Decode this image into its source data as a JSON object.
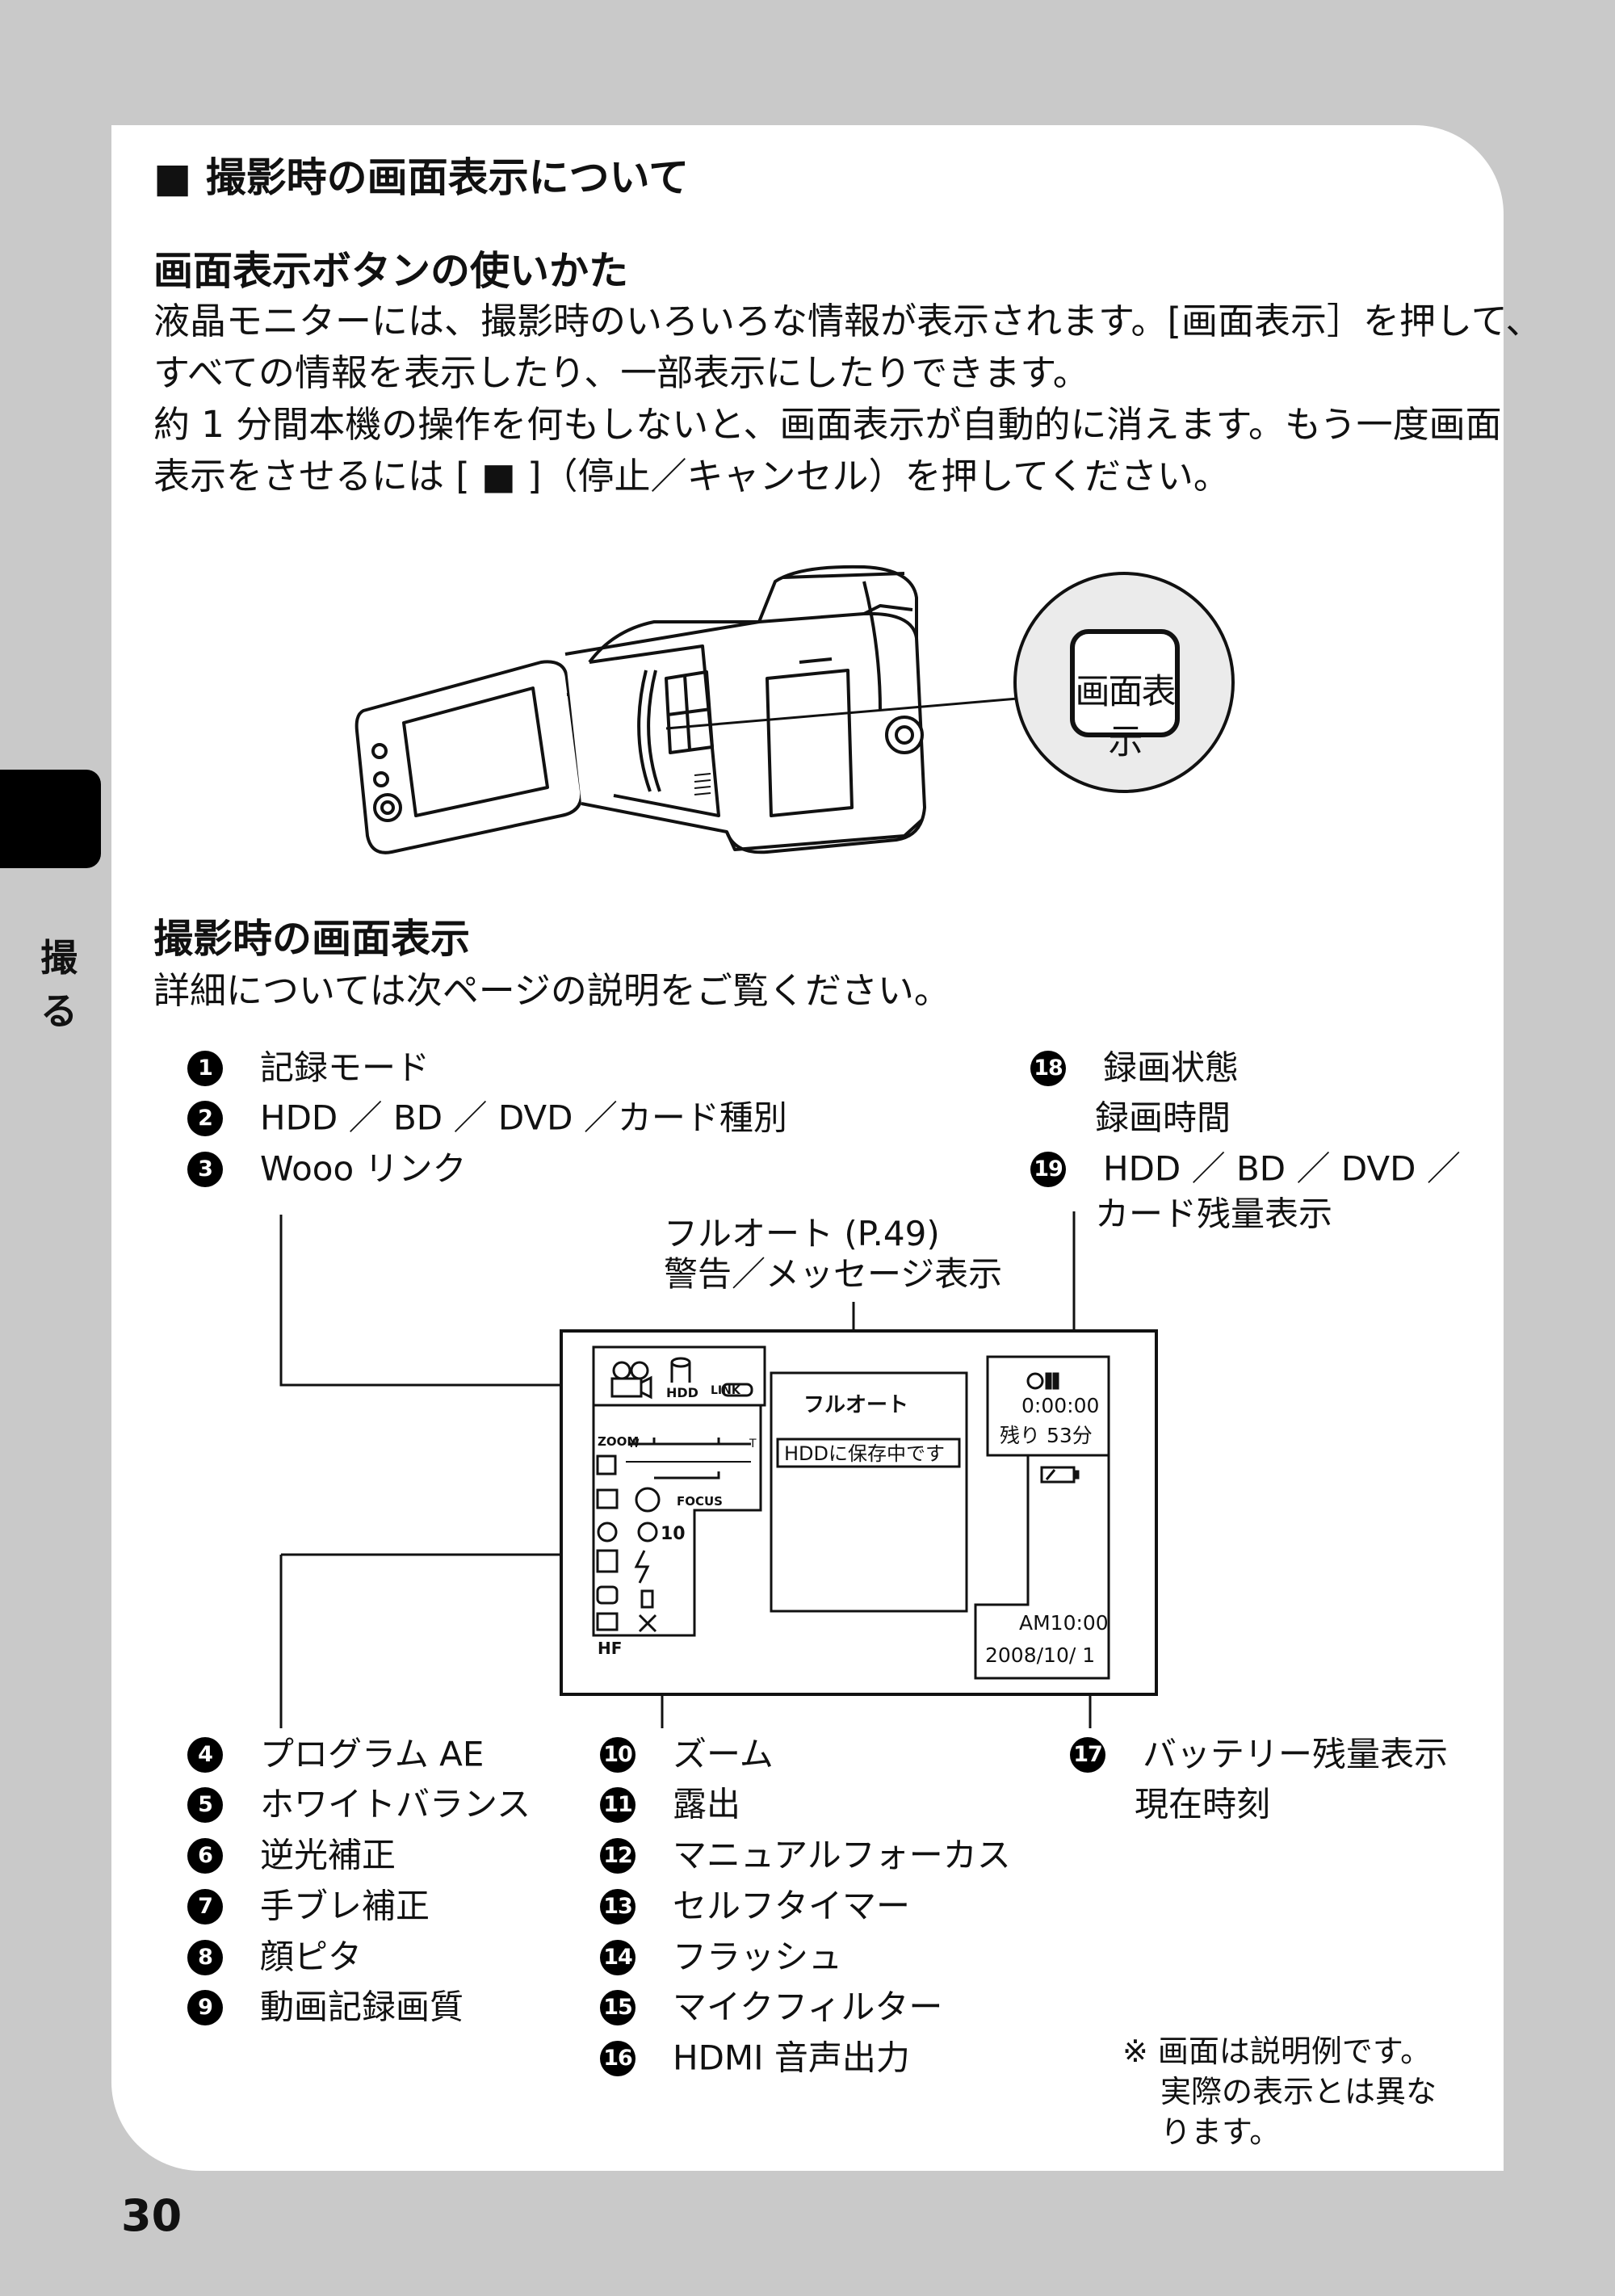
{
  "section_title": "■ 撮影時の画面表示について",
  "subsection1": {
    "title": "画面表示ボタンの使いかた",
    "lines": [
      "液晶モニターには、撮影時のいろいろな情報が表示されます。[画面表示］を押して、",
      "すべての情報を表示したり、一部表示にしたりできます。",
      "約 1 分間本機の操作を何もしないと、画面表示が自動的に消えます。もう一度画面",
      "表示をさせるには [ ■ ]（停止／キャンセル）を押してください。"
    ],
    "button_label": "画面表示"
  },
  "subsection2": {
    "title": "撮影時の画面表示",
    "intro": "詳細については次ページの説明をご覧ください。"
  },
  "side_tab": {
    "chars": [
      "撮",
      "る"
    ]
  },
  "items_top_left": [
    {
      "num": "1",
      "label": "記録モード"
    },
    {
      "num": "2",
      "label": "HDD ／ BD ／ DVD ／カード種別"
    },
    {
      "num": "3",
      "label": "Wooo リンク"
    }
  ],
  "items_top_right": [
    {
      "num": "18",
      "label": "録画状態"
    },
    {
      "num": "",
      "label": "録画時間"
    },
    {
      "num": "19",
      "label": "HDD ／ BD ／ DVD ／"
    },
    {
      "num": "",
      "label": "カード残量表示"
    }
  ],
  "center_callout": [
    "フルオート (P.49)",
    "警告／メッセージ表示"
  ],
  "screen": {
    "mode": "フルオート",
    "message": "HDDに保存中です",
    "rec_time": "0:00:00",
    "remaining": "残り 53分",
    "time": "AM10:00",
    "date": "2008/10/ 1",
    "hdd": "HDD",
    "link": "LINK",
    "zoom": "ZOOM",
    "w": "W",
    "t": "T",
    "focus": "FOCUS",
    "timer": "10",
    "hf": "HF"
  },
  "items_bottom_left": [
    {
      "num": "4",
      "label": "プログラム AE"
    },
    {
      "num": "5",
      "label": "ホワイトバランス"
    },
    {
      "num": "6",
      "label": "逆光補正"
    },
    {
      "num": "7",
      "label": "手ブレ補正"
    },
    {
      "num": "8",
      "label": "顔ピタ"
    },
    {
      "num": "9",
      "label": "動画記録画質"
    }
  ],
  "items_bottom_mid": [
    {
      "num": "10",
      "label": "ズーム"
    },
    {
      "num": "11",
      "label": "露出"
    },
    {
      "num": "12",
      "label": "マニュアルフォーカス"
    },
    {
      "num": "13",
      "label": "セルフタイマー"
    },
    {
      "num": "14",
      "label": "フラッシュ"
    },
    {
      "num": "15",
      "label": "マイクフィルター"
    },
    {
      "num": "16",
      "label": "HDMI 音声出力"
    }
  ],
  "items_bottom_right": [
    {
      "num": "17",
      "label": "バッテリー残量表示"
    },
    {
      "num": "",
      "label": "現在時刻"
    }
  ],
  "note_lines": [
    "※ 画面は説明例です。",
    "実際の表示とは異な",
    "ります。"
  ],
  "page_number": "30"
}
